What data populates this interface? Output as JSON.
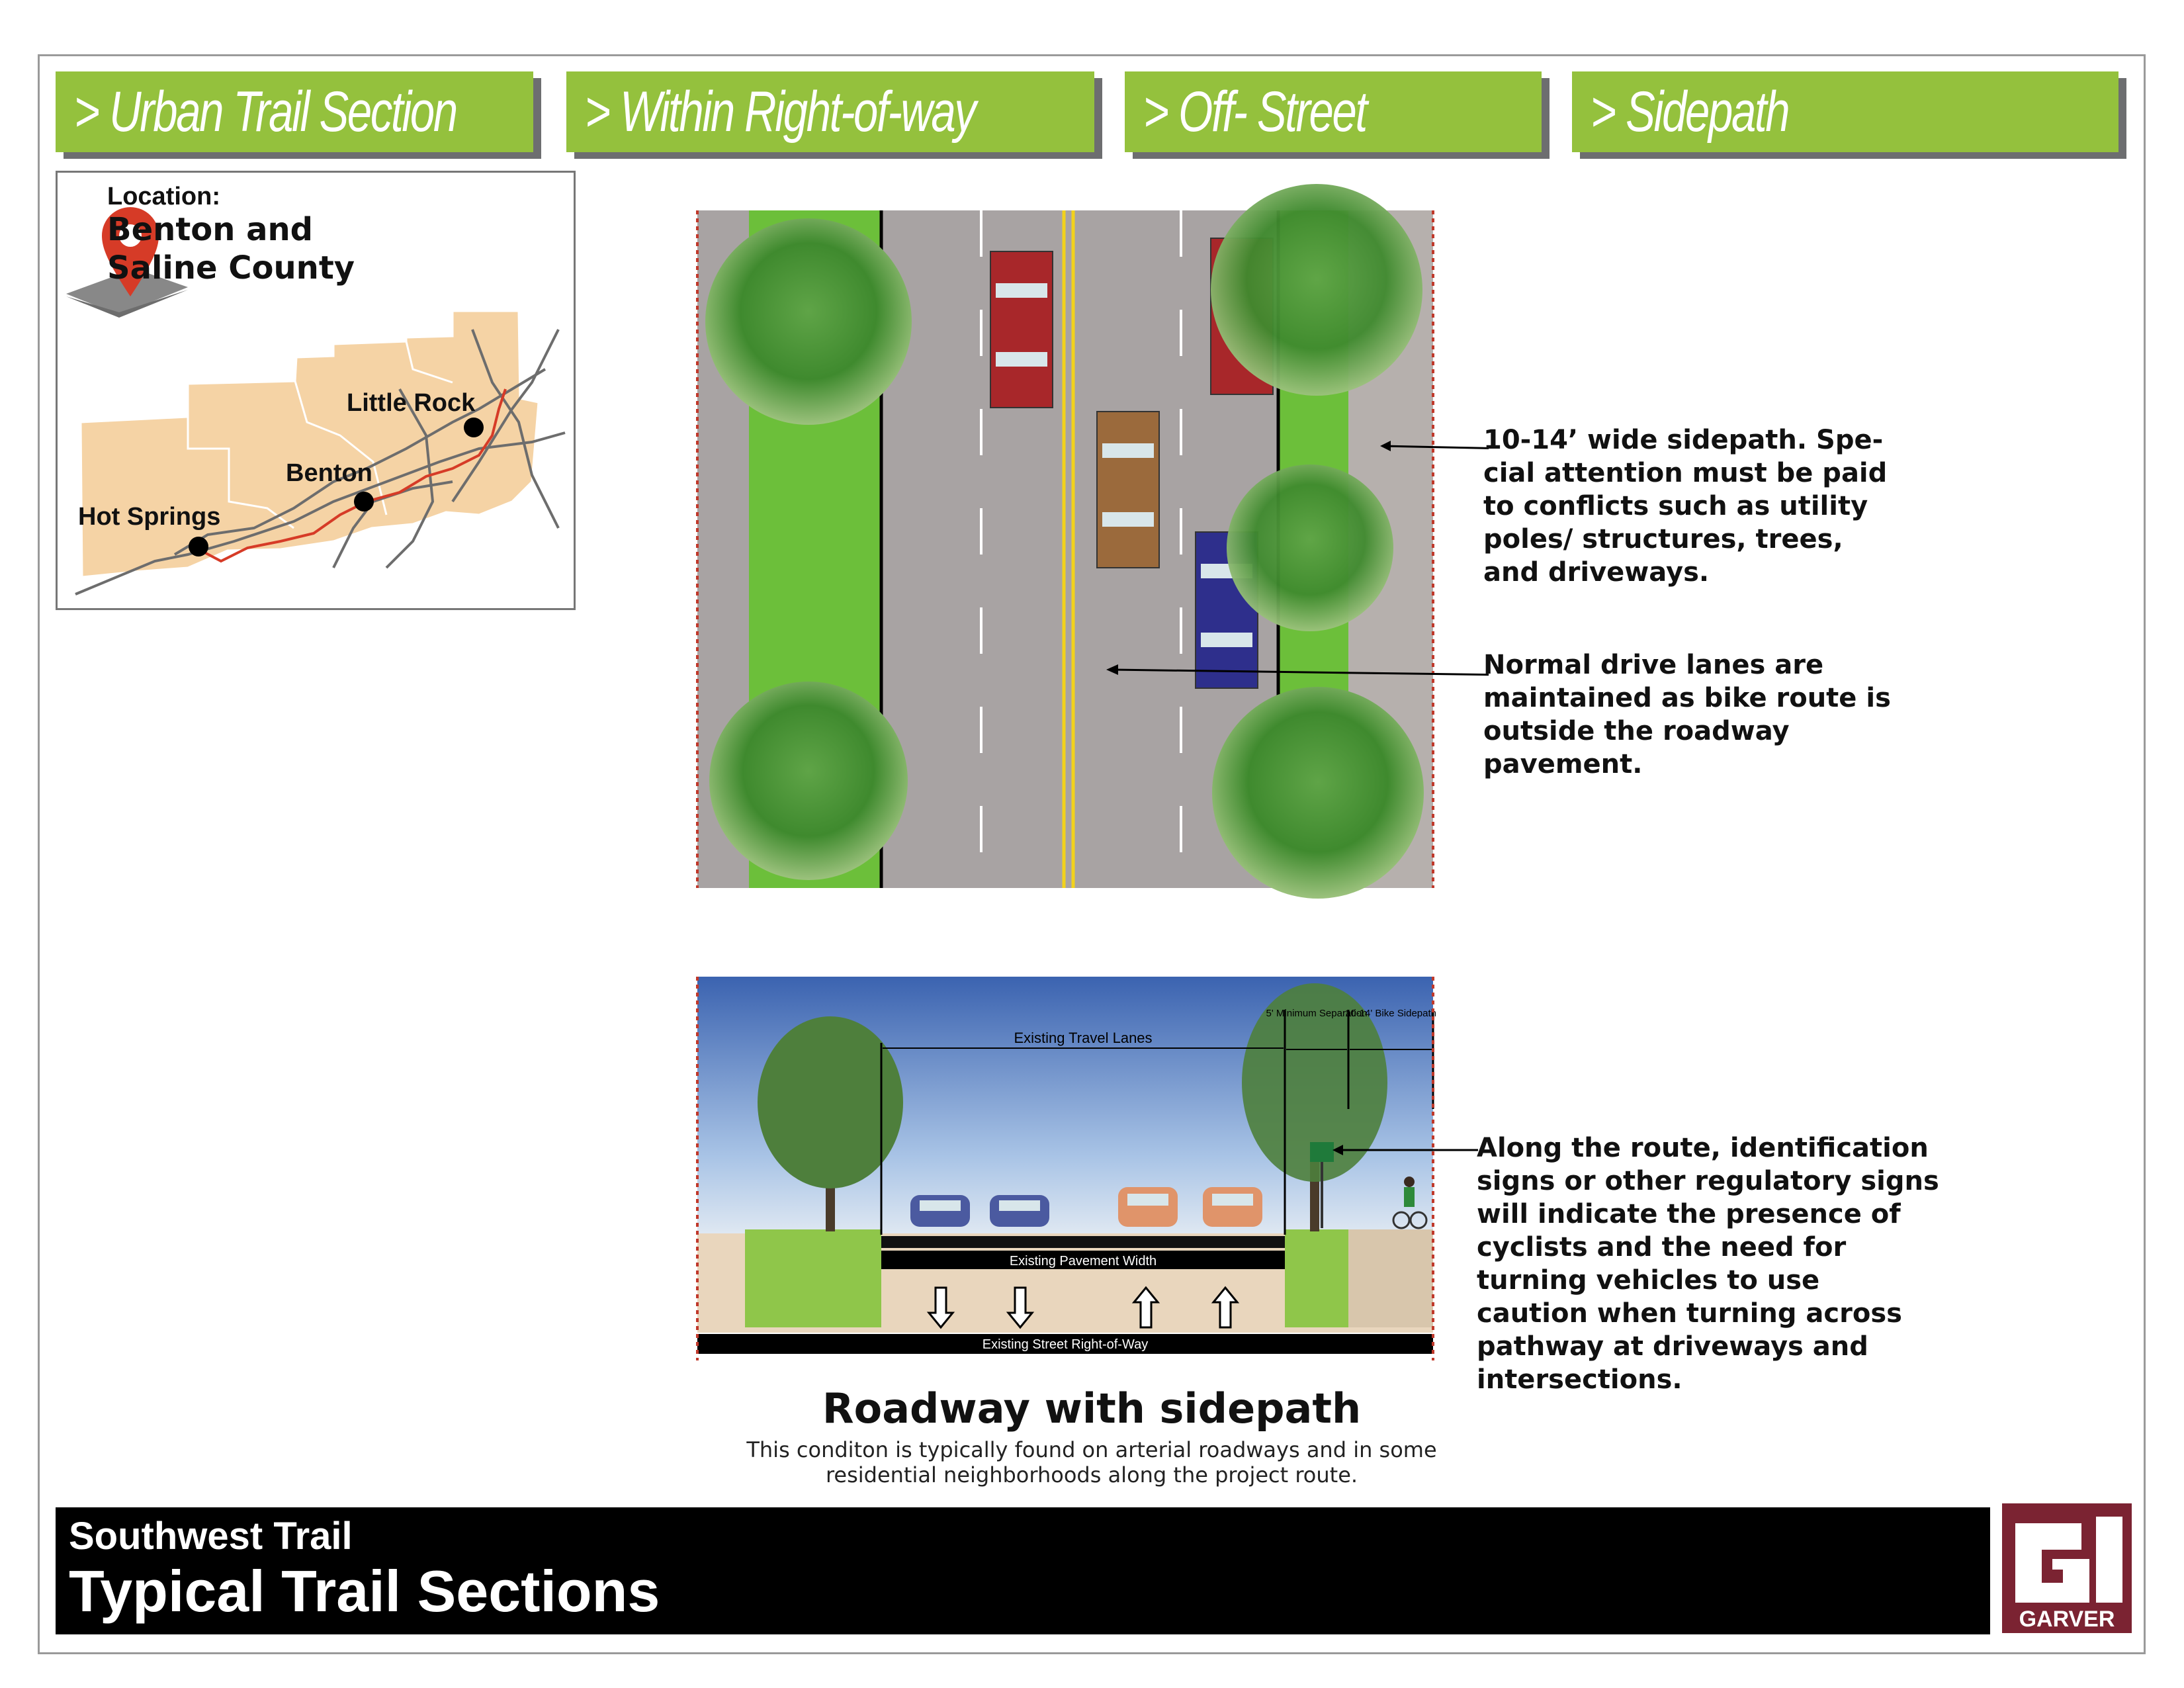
{
  "tabs": [
    {
      "label": "> Urban Trail Section"
    },
    {
      "label": "> Within Right-of-way"
    },
    {
      "label": "> Off- Street"
    },
    {
      "label": "> Sidepath"
    }
  ],
  "location": {
    "label": "Location:",
    "name": "Benton and Saline County",
    "cities": [
      "Little Rock",
      "Benton",
      "Hot Springs"
    ]
  },
  "section": {
    "dimensions": {
      "travel_lanes": "Existing Travel Lanes",
      "separation": "5' Minimum Separation",
      "sidepath": "10-14' Bike Sidepath",
      "pavement_width": "Existing Pavement Width",
      "right_of_way": "Existing Street Right-of-Way"
    }
  },
  "notes": {
    "sidepath": "10-14’ wide sidepath.  Spe-cial attention must be paid to conflicts such as utility poles/ structures, trees, and driveways.",
    "drive_lanes": "Normal drive lanes are maintained as bike route is outside the roadway pavement.",
    "signs": "Along the route, identification signs or other regulatory signs will indicate the presence of cyclists and the need for turning vehicles to use caution when turning across pathway at driveways and intersections."
  },
  "caption": {
    "title": "Roadway with sidepath",
    "subtitle": "This conditon is typically found on arterial roadways and in some residential neighborhoods along the project route."
  },
  "footer": {
    "subtitle": "Southwest Trail",
    "title": "Typical Trail Sections"
  },
  "logo": {
    "text": "GARVER",
    "color": "#7b2332"
  },
  "colors": {
    "accent": "#94c13d",
    "grass": "#6cbf3a",
    "pavement": "#a8a3a3",
    "sidepath": "#b6b0ad"
  }
}
